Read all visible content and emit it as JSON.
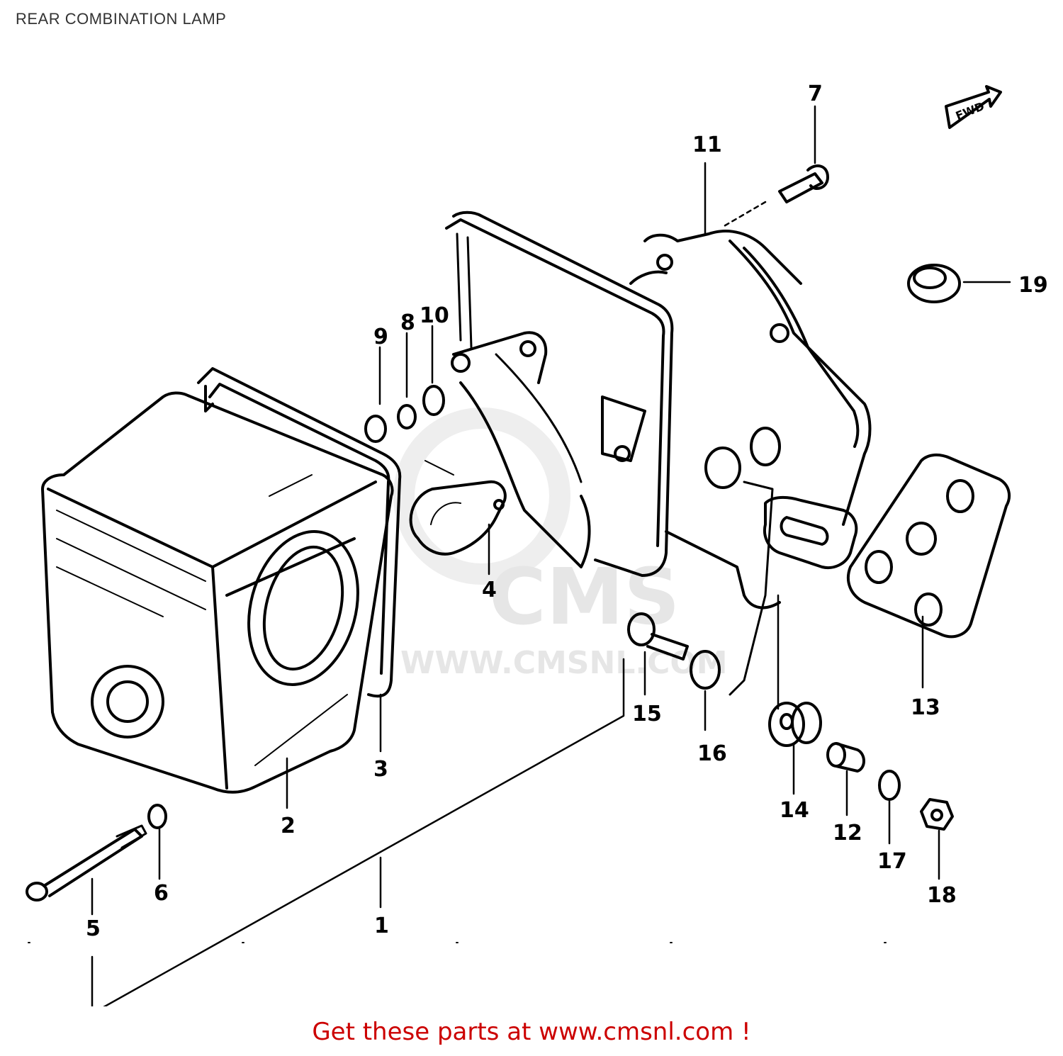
{
  "title": "REAR COMBINATION LAMP",
  "watermark": {
    "brand": "CMS",
    "url": "WWW.CMSNL.COM"
  },
  "direction_label": "FWD",
  "parts": [
    {
      "number": "1"
    },
    {
      "number": "2"
    },
    {
      "number": "3"
    },
    {
      "number": "4"
    },
    {
      "number": "5"
    },
    {
      "number": "6"
    },
    {
      "number": "7"
    },
    {
      "number": "8"
    },
    {
      "number": "9"
    },
    {
      "number": "10"
    },
    {
      "number": "11"
    },
    {
      "number": "12"
    },
    {
      "number": "13"
    },
    {
      "number": "14"
    },
    {
      "number": "15"
    },
    {
      "number": "16"
    },
    {
      "number": "17"
    },
    {
      "number": "18"
    },
    {
      "number": "19"
    }
  ],
  "footer": {
    "link_text": "Get these parts at www.cmsnl.com !",
    "color": "#cc0000"
  }
}
